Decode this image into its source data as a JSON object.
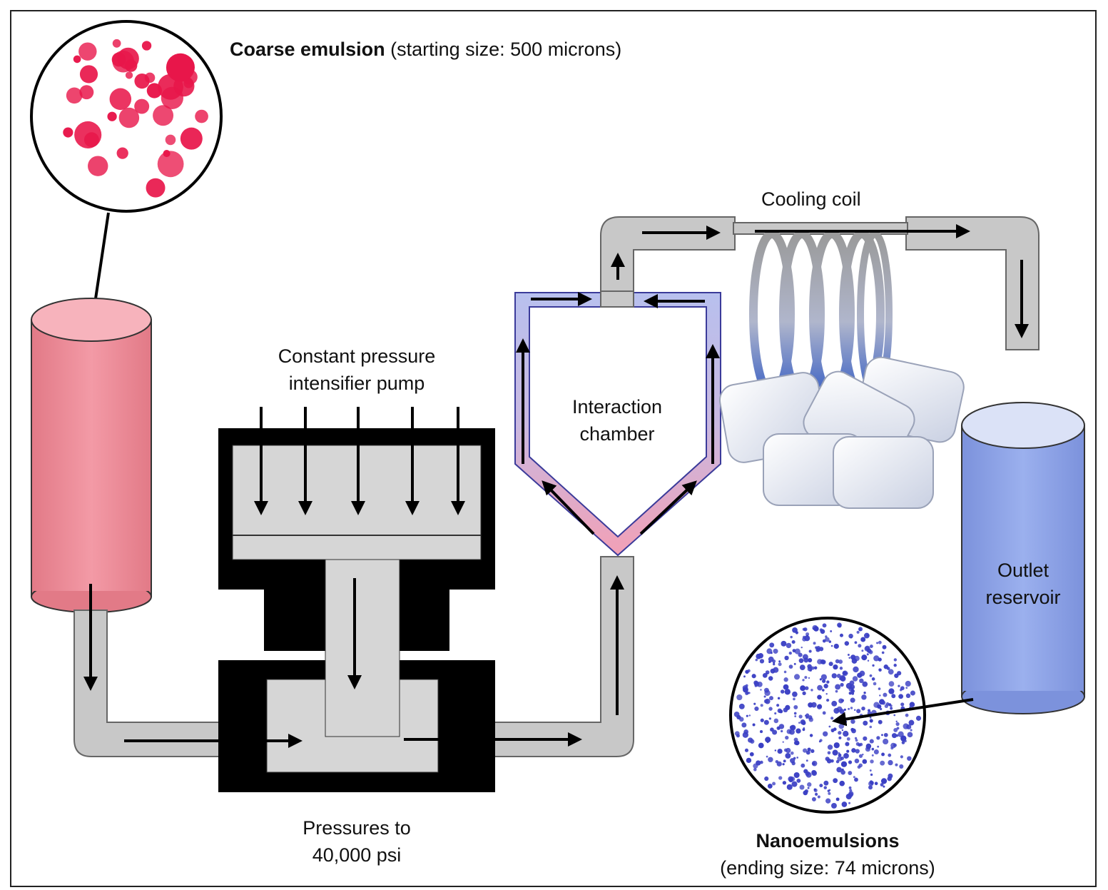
{
  "labels": {
    "coarse_bold": "Coarse emulsion",
    "coarse_rest": "(starting size: 500 microns)",
    "pump_line1": "Constant pressure",
    "pump_line2": "intensifier pump",
    "chamber_line1": "Interaction",
    "chamber_line2": "chamber",
    "cooling_coil": "Cooling coil",
    "outlet_line1": "Outlet",
    "outlet_line2": "reservoir",
    "pressure_line1": "Pressures to",
    "pressure_line2": "40,000 psi",
    "nano_bold": "Nanoemulsions",
    "nano_rest": "(ending size: 74 microns)"
  },
  "colors": {
    "coarse_droplet": "#e8164a",
    "nano_droplet": "#3a3fc4",
    "inlet_reservoir": "#f08a96",
    "outlet_reservoir": "#8aa0e6",
    "pipe": "#c8c8c8",
    "pump_body": "#000000",
    "ice": "#eef1f8"
  }
}
